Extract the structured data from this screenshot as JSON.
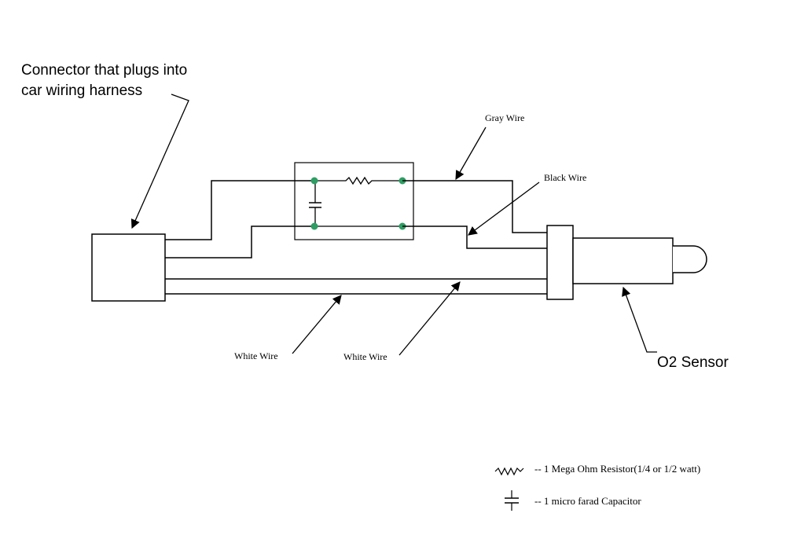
{
  "labels": {
    "connector_line1": "Connector that plugs into",
    "connector_line2": "car wiring harness",
    "gray_wire": "Gray Wire",
    "black_wire": "Black Wire",
    "white_wire_left": "White Wire",
    "white_wire_right": "White Wire",
    "o2_sensor": "O2 Sensor"
  },
  "legend": {
    "resistor": "-- 1 Mega Ohm Resistor(1/4 or 1/2 watt)",
    "capacitor": "-- 1 micro farad Capacitor"
  },
  "colors": {
    "line": "#000000",
    "node": "#2e9e64"
  }
}
